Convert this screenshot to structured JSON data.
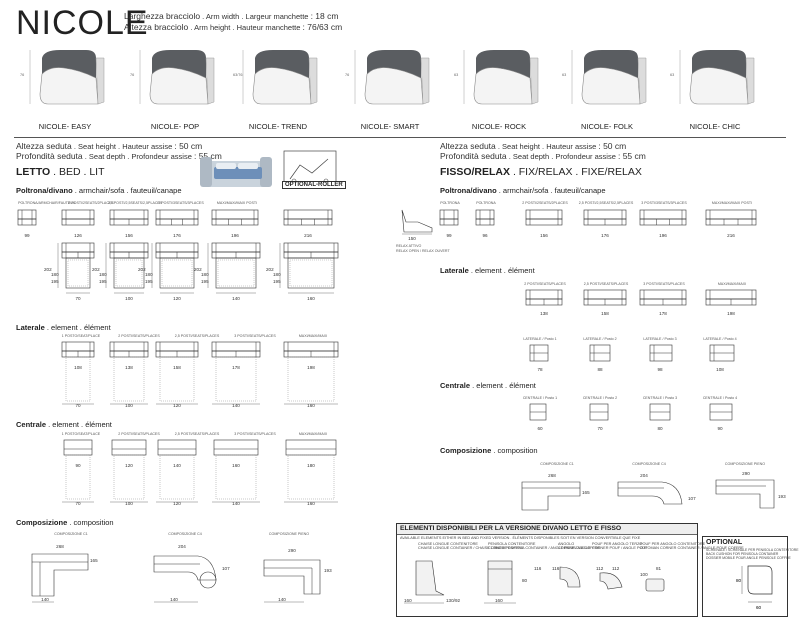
{
  "header": {
    "title": "NICOLE",
    "arm_width_label": "Larghezza bracciolo",
    "arm_width_trans": ". Arm width . Largeur manchette",
    "arm_width_value": ": 18 cm",
    "arm_height_label": "Altezza bracciolo",
    "arm_height_trans": ". Arm height . Hauteur manchette",
    "arm_height_value": ": 76/63 cm"
  },
  "armrests": [
    {
      "name": "NICOLE- EASY",
      "h": "76"
    },
    {
      "name": "NICOLE- POP",
      "h": "76"
    },
    {
      "name": "NICOLE- TREND",
      "h": "63/76"
    },
    {
      "name": "NICOLE- SMART",
      "h": "76"
    },
    {
      "name": "NICOLE- ROCK",
      "h": "63"
    },
    {
      "name": "NICOLE- FOLK",
      "h": "63"
    },
    {
      "name": "NICOLE- CHIC",
      "h": "63"
    }
  ],
  "left": {
    "seat_height": "Altezza seduta",
    "seat_height_trans": ". Seat height . Hauteur assise",
    "seat_height_value": ": 50 cm",
    "seat_depth": "Profondità seduta",
    "seat_depth_trans": ". Seat depth . Profondeur assise",
    "seat_depth_value": ": 55 cm",
    "section": "LETTO",
    "section_trans": ". BED . LIT",
    "optional_badge": "OPTIONAL-ROLLER",
    "poltrona_title": "Poltrona/divano",
    "poltrona_trans": ". armchair/sofa . fauteuil/canape",
    "poltrona_labels": [
      "POLTRONA/ARMCHAIR/FAUTEUIL",
      "2 POSTI/2SEATS/2PLACES",
      "2,5 POSTI/2,5SEATS/2,5PLACES",
      "3 POSTI/3SEATS/3PLACES",
      "MAXI/MAXI/MAXI POSTI"
    ],
    "poltrona_widths": [
      "99",
      "126",
      "156",
      "176",
      "196",
      "216"
    ],
    "bed_depths": [
      "202",
      "180",
      "195"
    ],
    "bed_widths": [
      "70",
      "100",
      "120",
      "140",
      "160"
    ],
    "laterale_title": "Laterale",
    "laterale_trans": ". element . élément",
    "laterale_labels": [
      "1 POSTO/SEAT/PLACE",
      "2 POSTI/SEATS/PLACES",
      "2,5 POSTI/SEATS/PLACES",
      "3 POSTI/SEATS/PLACES",
      "MAXI/MAXI/MAXI"
    ],
    "laterale_widths": [
      "108",
      "138",
      "158",
      "178",
      "198"
    ],
    "laterale_bed": [
      "70",
      "100",
      "120",
      "140",
      "160"
    ],
    "centrale_title": "Centrale",
    "centrale_trans": ". element . élément",
    "centrale_labels": [
      "1 POSTO/SEAT/PLACE",
      "2 POSTI/SEATS/PLACES",
      "2,5 POSTI/SEATS/PLACES",
      "3 POSTI/SEATS/PLACES",
      "MAXI/MAXI/MAXI"
    ],
    "centrale_widths": [
      "90",
      "120",
      "140",
      "160",
      "180"
    ],
    "centrale_bed": [
      "70",
      "100",
      "120",
      "140",
      "160"
    ],
    "composizione_title": "Composizione",
    "composizione_trans": ". composition",
    "comp_labels": [
      "COMPOSIZIONE C1",
      "COMPOSIZIONE C4",
      "COMPOSIZIONE PIENO"
    ],
    "comp1": {
      "w": "268",
      "d": "165",
      "b": "140"
    },
    "comp2": {
      "w": "204",
      "d": "107",
      "b": "140"
    },
    "comp3": {
      "w": "290",
      "d": "193",
      "b": "140"
    }
  },
  "right": {
    "seat_height": "Altezza seduta",
    "seat_height_trans": ". Seat height . Hauteur assise",
    "seat_height_value": ": 50 cm",
    "seat_depth": "Profondità seduta",
    "seat_depth_trans": ". Seat depth . Profondeur assise",
    "seat_depth_value": ": 55 cm",
    "section": "FISSO/RELAX",
    "section_trans": ". FIX/RELAX . FIXE/RELAX",
    "poltrona_title": "Poltrona/divano",
    "poltrona_trans": ". armchair/sofa . fauteuil/canape",
    "relax_label": "RELAX ATTIVO",
    "relax_sub": "RELAX OPEN / RELAX OUVERT",
    "relax_dim": "150",
    "poltrona_labels": [
      "POLTRONA",
      "POLTRONA",
      "2 POSTI/2SEATS/2PLACES",
      "2,5 POSTI/2,5SEATS/2,5PLACES",
      "3 POSTI/3SEATS/3PLACES",
      "MAXI/MAXI/MAXI POSTI"
    ],
    "poltrona_widths": [
      "99",
      "96",
      "156",
      "176",
      "196",
      "216"
    ],
    "laterale_title": "Laterale",
    "laterale_trans": ". element . élément",
    "laterale_labels": [
      "2 POSTI/SEATS/PLACES",
      "2,5 POSTI/SEATS/PLACES",
      "3 POSTI/SEATS/PLACES",
      "MAXI/MAXI/MAXI"
    ],
    "laterale_widths": [
      "138",
      "158",
      "178",
      "198"
    ],
    "laterale2_labels": [
      "LATERALE / Posto 1",
      "LATERALE / Posto 2",
      "LATERALE / Posto 3",
      "LATERALE / Posto 4"
    ],
    "laterale2_widths": [
      "78",
      "88",
      "98",
      "108"
    ],
    "centrale_title": "Centrale",
    "centrale_trans": ". element . élément",
    "centrale_labels": [
      "CENTRALE / Posto 1",
      "CENTRALE / Posto 2",
      "CENTRALE / Posto 3",
      "CENTRALE / Posto 4"
    ],
    "centrale_widths": [
      "60",
      "70",
      "80",
      "90"
    ],
    "composizione_title": "Composizione",
    "composizione_trans": ". composition",
    "comp_labels": [
      "COMPOSIZIONE C1",
      "COMPOSIZIONE C4",
      "COMPOSIZIONE PIENO"
    ],
    "comp1": {
      "w": "268",
      "d": "165"
    },
    "comp2": {
      "w": "204",
      "d": "107"
    },
    "comp3": {
      "w": "290",
      "d": "193"
    }
  },
  "elements_box": {
    "title": "ELEMENTI DISPONIBILI PER LA VERSIONE DIVANO LETTO E FISSO",
    "subtitle": "AVAILABLE ELEMENTS EITHER IN BED AND FIXED VERSION . ÉLÉMENTS DISPONIBLES SOIT EN VERSION CONVERTIBLE QUE FIXE",
    "items": [
      {
        "label": "CHAISE LONGUE CONTENITORE",
        "sub": "CHAISE LONGUE CONTAINER / CHAISE LONGUE COFFRE"
      },
      {
        "label": "PENISOLA CONTENITORE",
        "sub": "CORNER PENISOLA CONTAINER / ANGLE PENISOLE COFFRE"
      },
      {
        "label": "ANGOLO",
        "sub": "CORNER / ANGLE"
      },
      {
        "label": "POUF PER ANGOLO TERZO",
        "sub": "CORNER POUF / ANGLE POUF"
      },
      {
        "label": "POUF PER ANGOLO CONTENITORE",
        "sub": "OTTOMAN CORNER CONTAINER / ANGLE POUF COFFRE"
      }
    ],
    "dims": [
      "160",
      "130/92",
      "160",
      "80",
      "116",
      "116",
      "112",
      "112",
      "100",
      "81"
    ]
  },
  "optional_box": {
    "title": "OPTIONAL",
    "sub1": "SCHIENALE / SCHIENALE PER PENISOLA CONTENITORE",
    "sub2": "BACK CUSHION FOR PENISOLA CONTAINER",
    "sub3": "DOSSIER MOBILE POUR ANGLE PENISOLE COFFRE",
    "dims": [
      "80",
      "60"
    ]
  }
}
